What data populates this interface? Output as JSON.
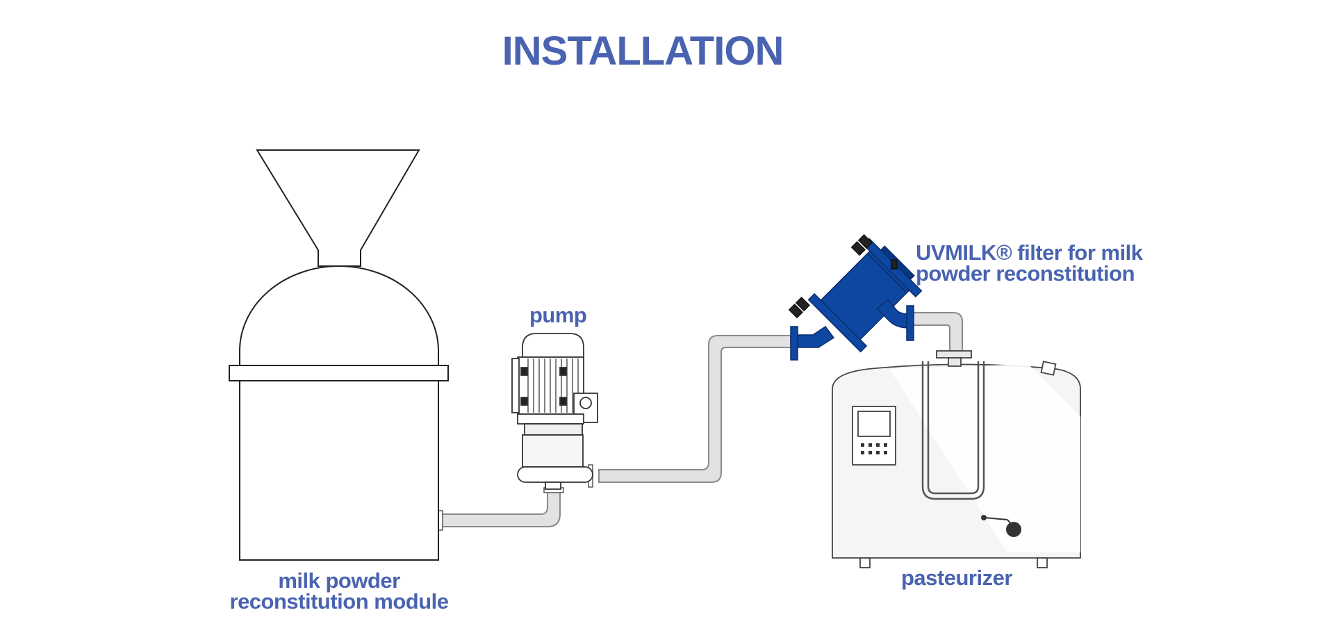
{
  "title": "INSTALLATION",
  "labels": {
    "pump": "pump",
    "filter_line1": "UVMILK® filter for milk",
    "filter_line2": "powder reconstitution",
    "module_line1": "milk powder",
    "module_line2": "reconstitution module",
    "pasteurizer": "pasteurizer"
  },
  "colors": {
    "label": "#4a63b0",
    "filter": "#0e47a1",
    "filter_dark": "#0a3680",
    "outline": "#222222",
    "pipe_fill": "#e2e2e2",
    "pipe_stroke": "#8a8a8a",
    "tank_fill": "#f4f4f4"
  }
}
